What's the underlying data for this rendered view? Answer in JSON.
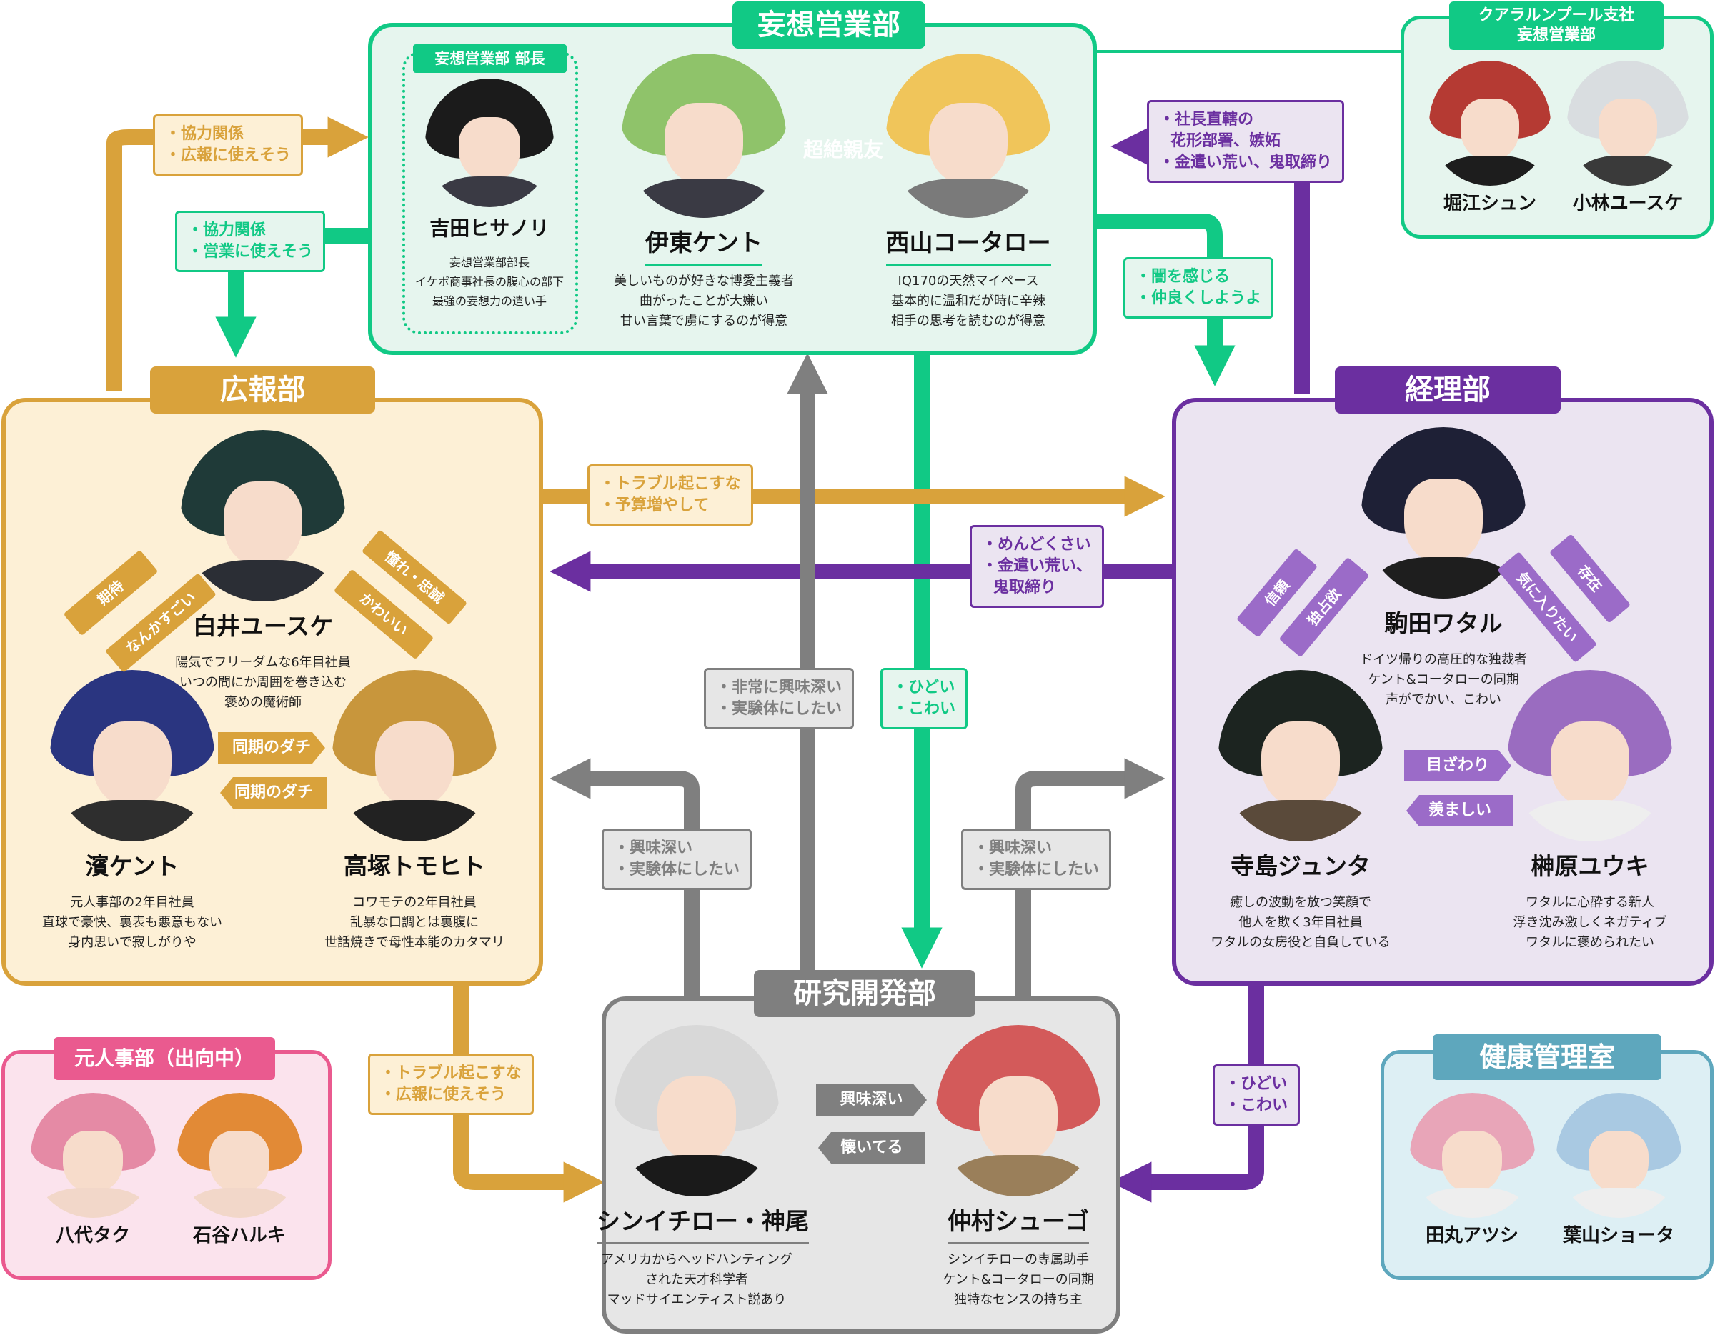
{
  "colors": {
    "green": "#11c985",
    "green_bg": "#e6f5ee",
    "orange": "#d9a23b",
    "orange_bg": "#fdf0d6",
    "purple": "#6b2fa0",
    "purple_bg": "#ebe4f1",
    "gray": "#7f7f7f",
    "gray_bg": "#e6e6e6",
    "pink": "#ea5a8f",
    "pink_bg": "#fbe3ed",
    "blue": "#5ea7bd",
    "blue_bg": "#ddeff4"
  },
  "departments": {
    "mousou": {
      "title": "妄想営業部",
      "chief_label": "妄想営業部 部長",
      "yoshida": {
        "name": "吉田ヒサノリ",
        "desc": [
          "妄想営業部部長",
          "イケボ商事社長の腹心の部下",
          "最強の妄想力の遣い手"
        ]
      },
      "ito": {
        "name": "伊東ケント",
        "desc": [
          "美しいものが好きな博愛主義者",
          "曲がったことが大嫌い",
          "甘い言葉で虜にするのが得意"
        ]
      },
      "nishiyama": {
        "name": "西山コータロー",
        "desc": [
          "IQ170の天然マイペース",
          "基本的に温和だが時に辛辣",
          "相手の思考を読むのが得意"
        ]
      },
      "super_friend": "超絶親友"
    },
    "kouhou": {
      "title": "広報部",
      "shirai": {
        "name": "白井ユースケ",
        "desc": [
          "陽気でフリーダムな6年目社員",
          "いつの間にか周囲を巻き込む",
          "褒めの魔術師"
        ]
      },
      "hama": {
        "name": "濱ケント",
        "desc": [
          "元人事部の2年目社員",
          "直球で豪快、裏表も悪意もない",
          "身内思いで寂しがりや"
        ]
      },
      "takatsuka": {
        "name": "高塚トモヒト",
        "desc": [
          "コワモテの2年目社員",
          "乱暴な口調とは裏腹に",
          "世話焼きで母性本能のカタマリ"
        ]
      },
      "tag_kitai": "期待",
      "tag_nanka": "なんかすごい",
      "tag_akogare": "憧れ・忠誠",
      "tag_kawaii": "かわいい",
      "tag_douki1": "同期のダチ",
      "tag_douki2": "同期のダチ"
    },
    "keiri": {
      "title": "経理部",
      "komada": {
        "name": "駒田ワタル",
        "desc": [
          "ドイツ帰りの高圧的な独裁者",
          "ケント&コータローの同期",
          "声がでかい、こわい"
        ]
      },
      "terashima": {
        "name": "寺島ジュンタ",
        "desc": [
          "癒しの波動を放つ笑顔で",
          "他人を欺く3年目社員",
          "ワタルの女房役と自負している"
        ]
      },
      "sakakibara": {
        "name": "榊原ユウキ",
        "desc": [
          "ワタルに心酔する新人",
          "浮き沈み激しくネガティブ",
          "ワタルに褒められたい"
        ]
      },
      "tag_shinrai": "信頼",
      "tag_dokusen": "独占欲",
      "tag_sonzai": "存在",
      "tag_kiniitai": "気に入りたい",
      "tag_mezawari": "目ざわり",
      "tag_urayamashii": "羨ましい"
    },
    "kenkyu": {
      "title": "研究開発部",
      "shinichiro": {
        "name": "シンイチロー・神尾",
        "desc": [
          "アメリカからヘッドハンティング",
          "された天才科学者",
          "マッドサイエンティスト説あり"
        ]
      },
      "nakamura": {
        "name": "仲村シューゴ",
        "desc": [
          "シンイチローの専属助手",
          "ケント&コータローの同期",
          "独特なセンスの持ち主"
        ]
      },
      "tag_kyoumi": "興味深い",
      "tag_natsuiteru": "懐いてる"
    }
  },
  "mini_groups": {
    "kl": {
      "title_line1": "クアラルンプール支社",
      "title_line2": "妄想営業部",
      "members": [
        "堀江シュン",
        "小林ユースケ"
      ]
    },
    "jinji": {
      "title": "元人事部（出向中）",
      "members": [
        "八代タク",
        "石谷ハルキ"
      ]
    },
    "kenko": {
      "title": "健康管理室",
      "members": [
        "田丸アツシ",
        "葉山ショータ"
      ]
    }
  },
  "notes": {
    "kouhou_to_mousou": [
      "・協力関係",
      "・広報に使えそう"
    ],
    "mousou_to_kouhou": [
      "・協力関係",
      "・営業に使えそう"
    ],
    "keiri_to_mousou": [
      "・社長直轄の",
      "花形部署、嫉妬",
      "・金遣い荒い、鬼取締り"
    ],
    "mousou_to_keiri": [
      "・闇を感じる",
      "・仲良くしようよ"
    ],
    "kouhou_to_keiri": [
      "・トラブル起こすな",
      "・予算増やして"
    ],
    "keiri_to_kouhou": [
      "・めんどくさい",
      "・金遣い荒い、",
      "鬼取締り"
    ],
    "kenkyu_to_mousou": [
      "・非常に興味深い",
      "・実験体にしたい"
    ],
    "mousou_to_kenkyu": [
      "・ひどい",
      "・こわい"
    ],
    "kenkyu_to_kouhou": [
      "・興味深い",
      "・実験体にしたい"
    ],
    "kenkyu_to_keiri": [
      "・興味深い",
      "・実験体にしたい"
    ],
    "kouhou_to_kenkyu": [
      "・トラブル起こすな",
      "・広報に使えそう"
    ],
    "keiri_to_kenkyu": [
      "・ひどい",
      "・こわい"
    ]
  }
}
